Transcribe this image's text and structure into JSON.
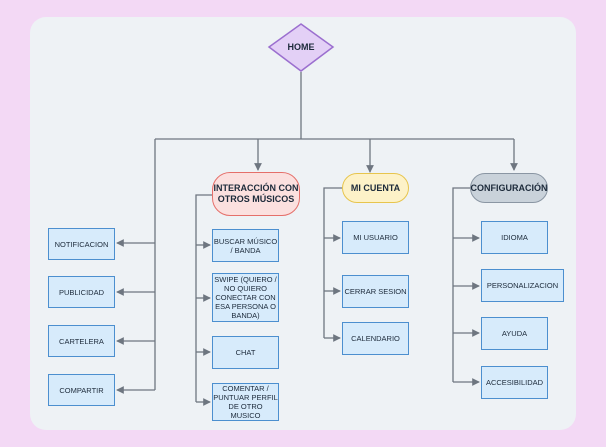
{
  "home": "HOME",
  "left_items": [
    "NOTIFICACION",
    "PUBLICIDAD",
    "CARTELERA",
    "COMPARTIR"
  ],
  "branches": [
    {
      "title": "INTERACCIÓN CON OTROS MÚSICOS",
      "items": [
        "BUSCAR MÚSICO / BANDA",
        "SWIPE (quiero / no quiero conectar con esa persona o banda)",
        "CHAT",
        "COMENTAR / PUNTUAR PERFIL DE OTRO MUSICO"
      ]
    },
    {
      "title": "MI CUENTA",
      "items": [
        "MI USUARIO",
        "CERRAR SESION",
        "CALENDARIO"
      ]
    },
    {
      "title": "CONFIGURACIÓN",
      "items": [
        "IDIOMA",
        "PERSONALIZACION",
        "AYUDA",
        "ACCESIBILIDAD"
      ]
    }
  ],
  "colors": {
    "home": "#e3d0f6",
    "interaccion": "#fbe0df",
    "mi_cuenta": "#fdf2c8",
    "configuracion": "#c9d2da",
    "leaf": "#d7ebfb",
    "connector": "#6e7680"
  }
}
